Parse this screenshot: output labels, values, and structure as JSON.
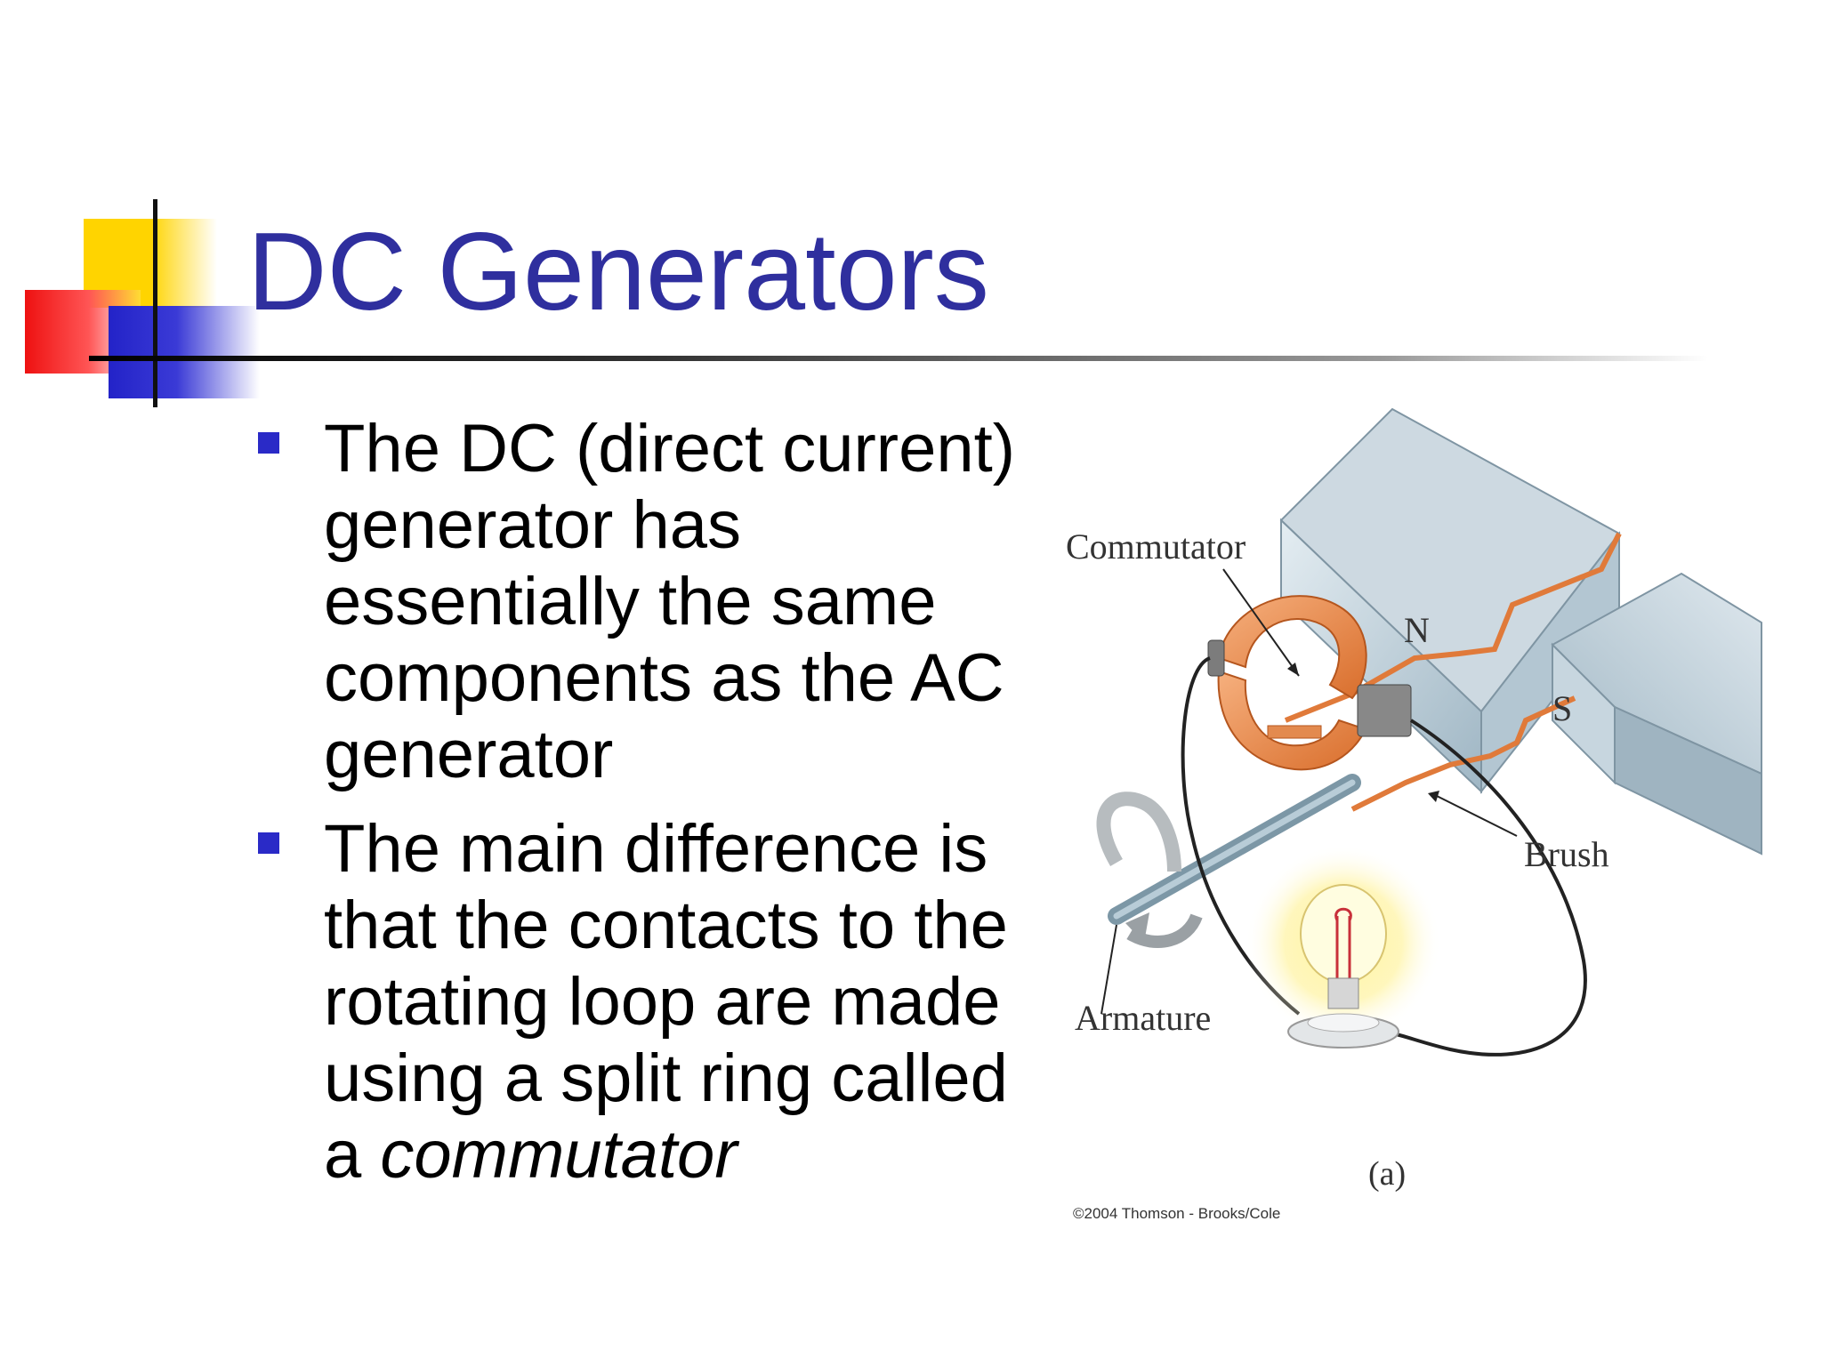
{
  "slide": {
    "title": "DC Generators",
    "bullets": [
      {
        "text": "The DC (direct current) generator has essentially the same components as the AC generator"
      },
      {
        "text": "The main difference is that the contacts to the rotating loop are made using a split ring called a",
        "emphasis": "commutator"
      }
    ]
  },
  "figure": {
    "labels": {
      "commutator": "Commutator",
      "north": "N",
      "south": "S",
      "brush": "Brush",
      "armature": "Armature",
      "panel": "(a)"
    },
    "copyright": "©2004 Thomson - Brooks/Cole"
  },
  "colors": {
    "title": "#2f2f9e",
    "bullet": "#2a2ac7",
    "copper": "#e07a3a",
    "magnet": "#b9cbd6"
  }
}
